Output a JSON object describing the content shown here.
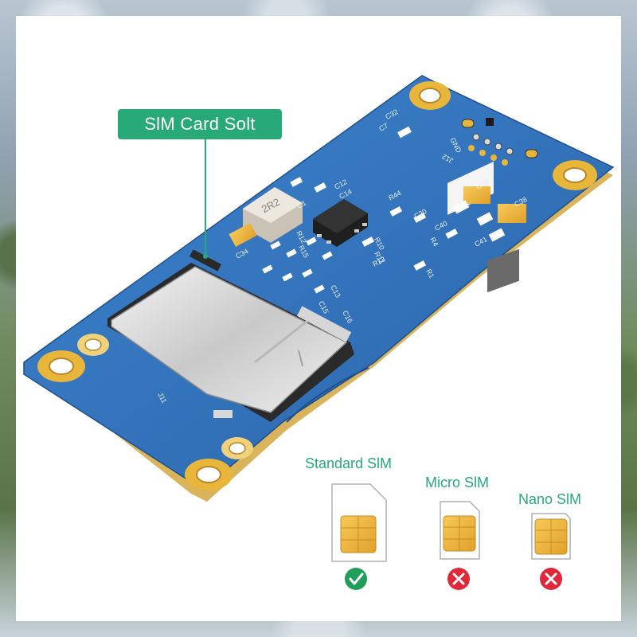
{
  "callout": {
    "label": "SlM Card Solt"
  },
  "board": {
    "chip_marking": "2R2",
    "component_labels": [
      "C32",
      "C7",
      "GND",
      "J12",
      "C39",
      "C38",
      "C40",
      "C41",
      "C12",
      "C14",
      "R44",
      "C20",
      "R12",
      "R10",
      "R11",
      "R13",
      "C34",
      "C13",
      "C15",
      "C16",
      "R4",
      "C1",
      "J11",
      "R1",
      "R15"
    ]
  },
  "sim_types": [
    {
      "label": "Standard SlM",
      "status": "compatible",
      "status_icon": "check-icon",
      "status_color": "#1f9e5a"
    },
    {
      "label": "Micro SlM",
      "status": "not-compatible",
      "status_icon": "cross-icon",
      "status_color": "#e0283a"
    },
    {
      "label": "Nano SlM",
      "status": "not-compatible",
      "status_icon": "cross-icon",
      "status_color": "#e0283a"
    }
  ],
  "colors": {
    "board": "#2f6fb6",
    "board_edge": "#e9c46a",
    "accent_green": "#28a978",
    "sim_chip": "#f2b431"
  }
}
